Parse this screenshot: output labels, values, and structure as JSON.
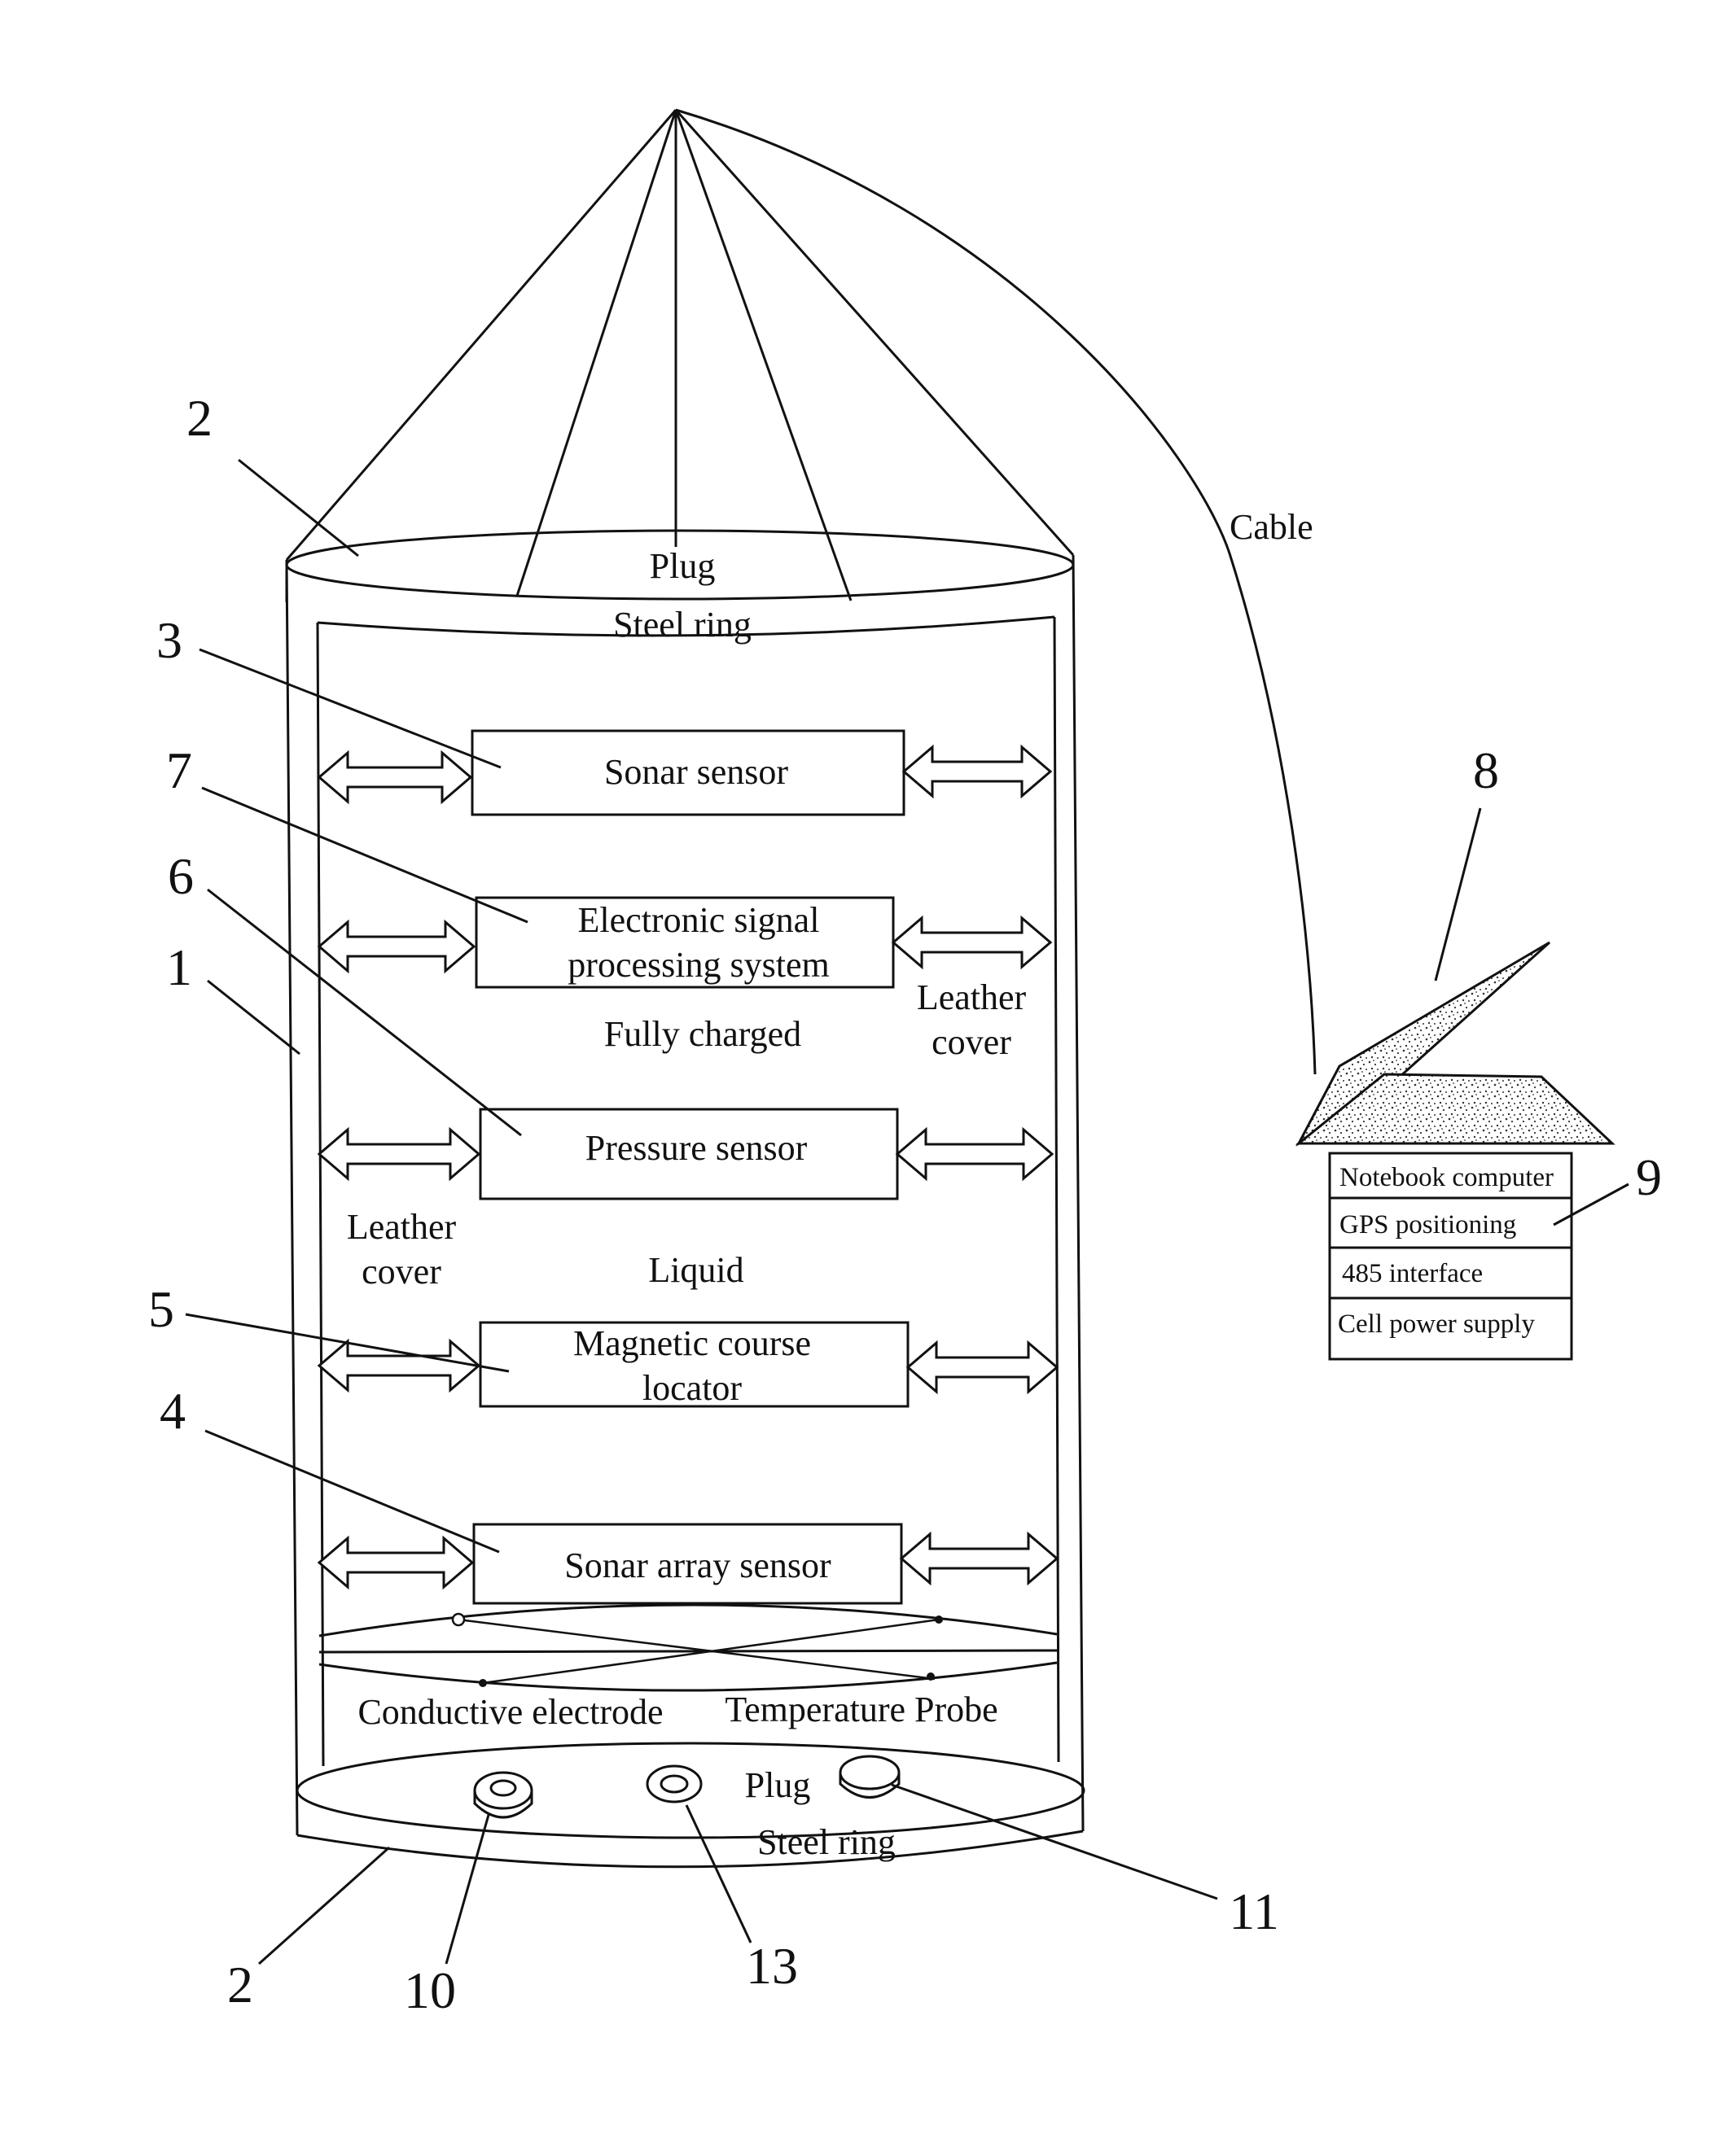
{
  "labels": {
    "top_plug": "Plug",
    "top_steel_ring": "Steel ring",
    "cable": "Cable",
    "sonar_sensor": "Sonar sensor",
    "esp_line1": "Electronic signal",
    "esp_line2": "processing system",
    "fully_charged": "Fully charged",
    "leather_cover_right_1": "Leather",
    "leather_cover_right_2": "cover",
    "pressure_sensor": "Pressure sensor",
    "leather_cover_left_1": "Leather",
    "leather_cover_left_2": "cover",
    "liquid": "Liquid",
    "mcl_line1": "Magnetic course",
    "mcl_line2": "locator",
    "sonar_array_sensor": "Sonar array sensor",
    "conductive_electrode": "Conductive electrode",
    "temperature_probe": "Temperature Probe",
    "bottom_plug": "Plug",
    "bottom_steel_ring": "Steel ring"
  },
  "panel": {
    "notebook_computer": "Notebook computer",
    "gps_positioning": "GPS positioning",
    "interface_485": "485 interface",
    "cell_power_supply": "Cell power supply"
  },
  "refs": {
    "r2_top": "2",
    "r3": "3",
    "r7": "7",
    "r6": "6",
    "r1": "1",
    "r5": "5",
    "r4": "4",
    "r8": "8",
    "r9": "9",
    "r2_bottom": "2",
    "r10": "10",
    "r13": "13",
    "r11": "11"
  }
}
